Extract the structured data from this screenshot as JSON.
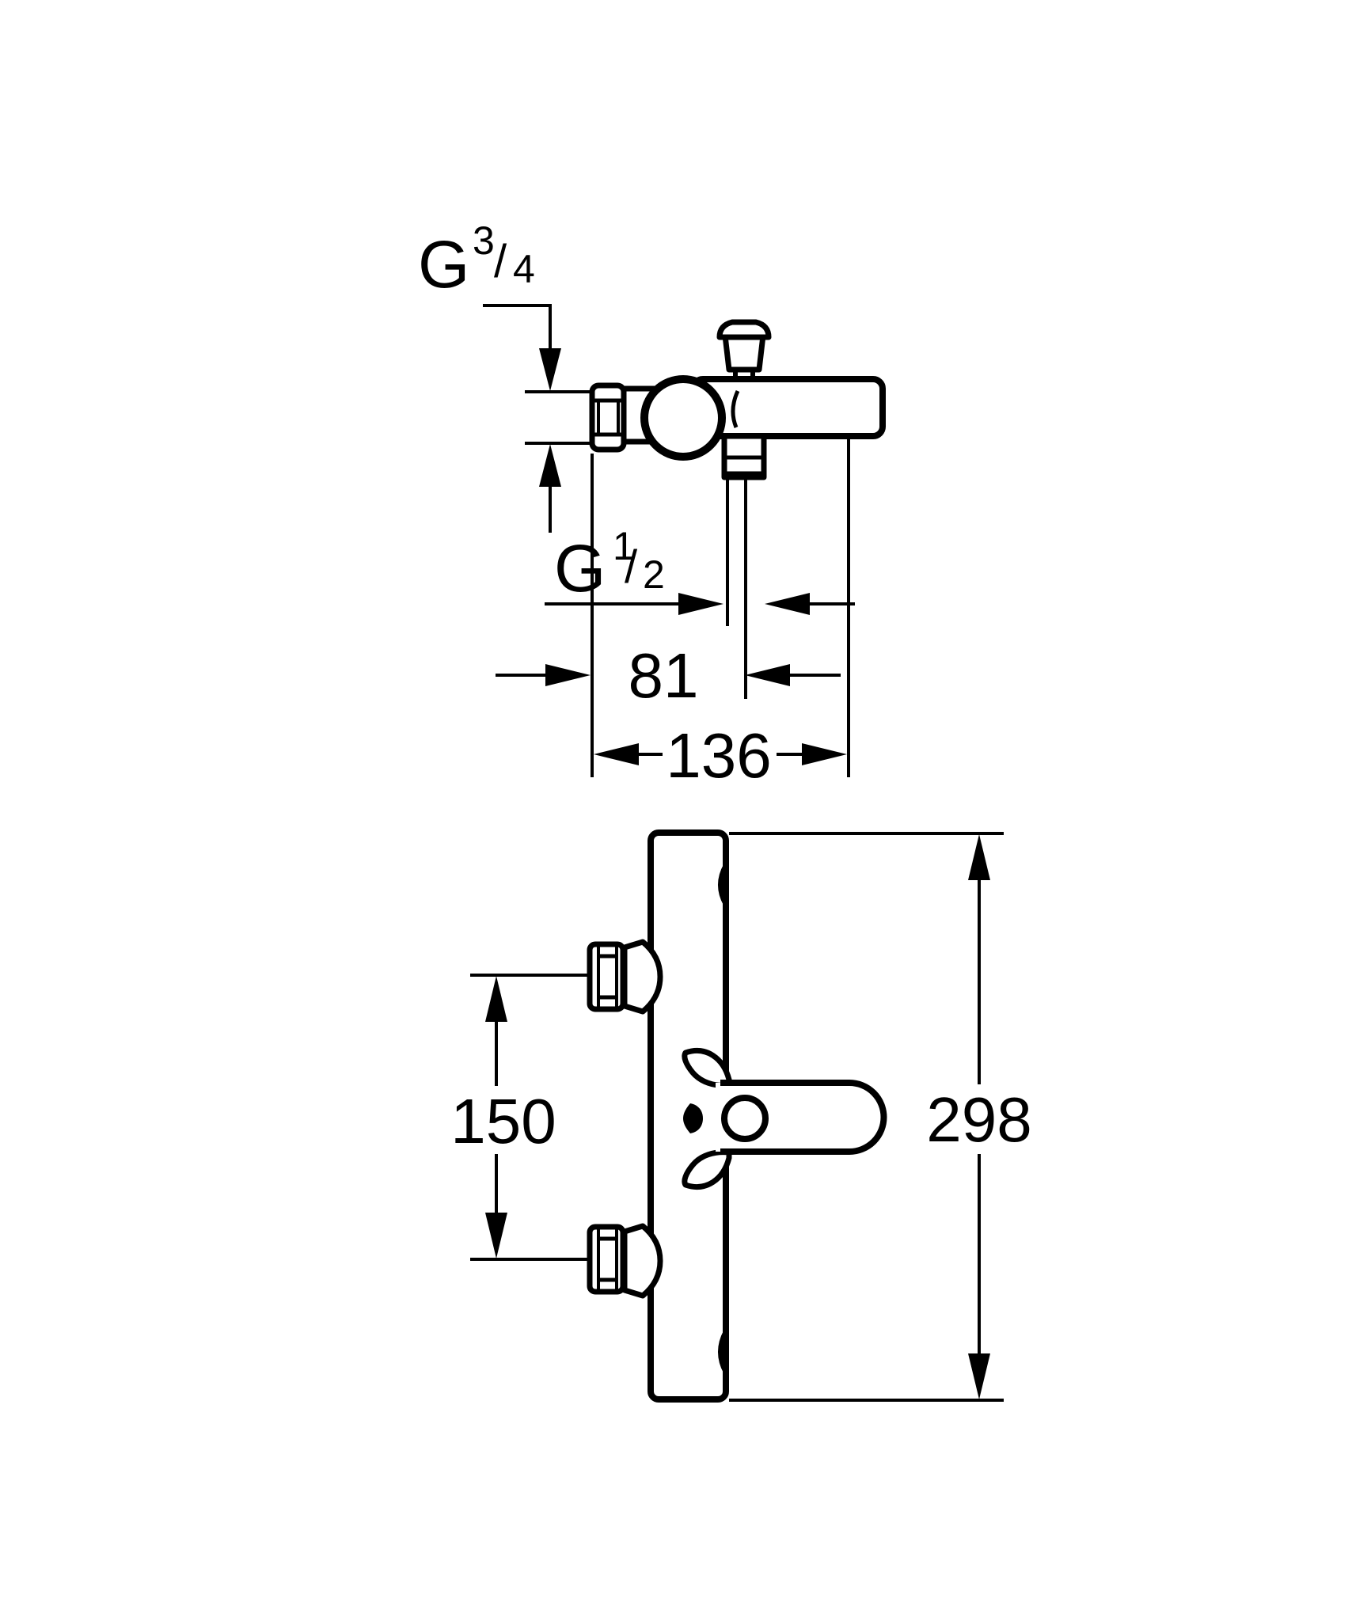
{
  "page": {
    "background_color": "#ffffff",
    "line_color": "#000000",
    "content": "technical dimension drawing of a wall-mounted thermostatic bath/shower mixer, two orthographic views"
  },
  "dimensions": {
    "top_view": {
      "inlet_thread": {
        "prefix": "G",
        "numerator": "3",
        "slash": "/",
        "denominator": "4"
      },
      "outlet_thread": {
        "prefix": "G",
        "numerator": "1",
        "slash": "/",
        "denominator": "2"
      },
      "outlet_offset": "81",
      "total_depth": "136"
    },
    "front_view": {
      "inlet_spacing": "150",
      "total_height": "298"
    }
  }
}
